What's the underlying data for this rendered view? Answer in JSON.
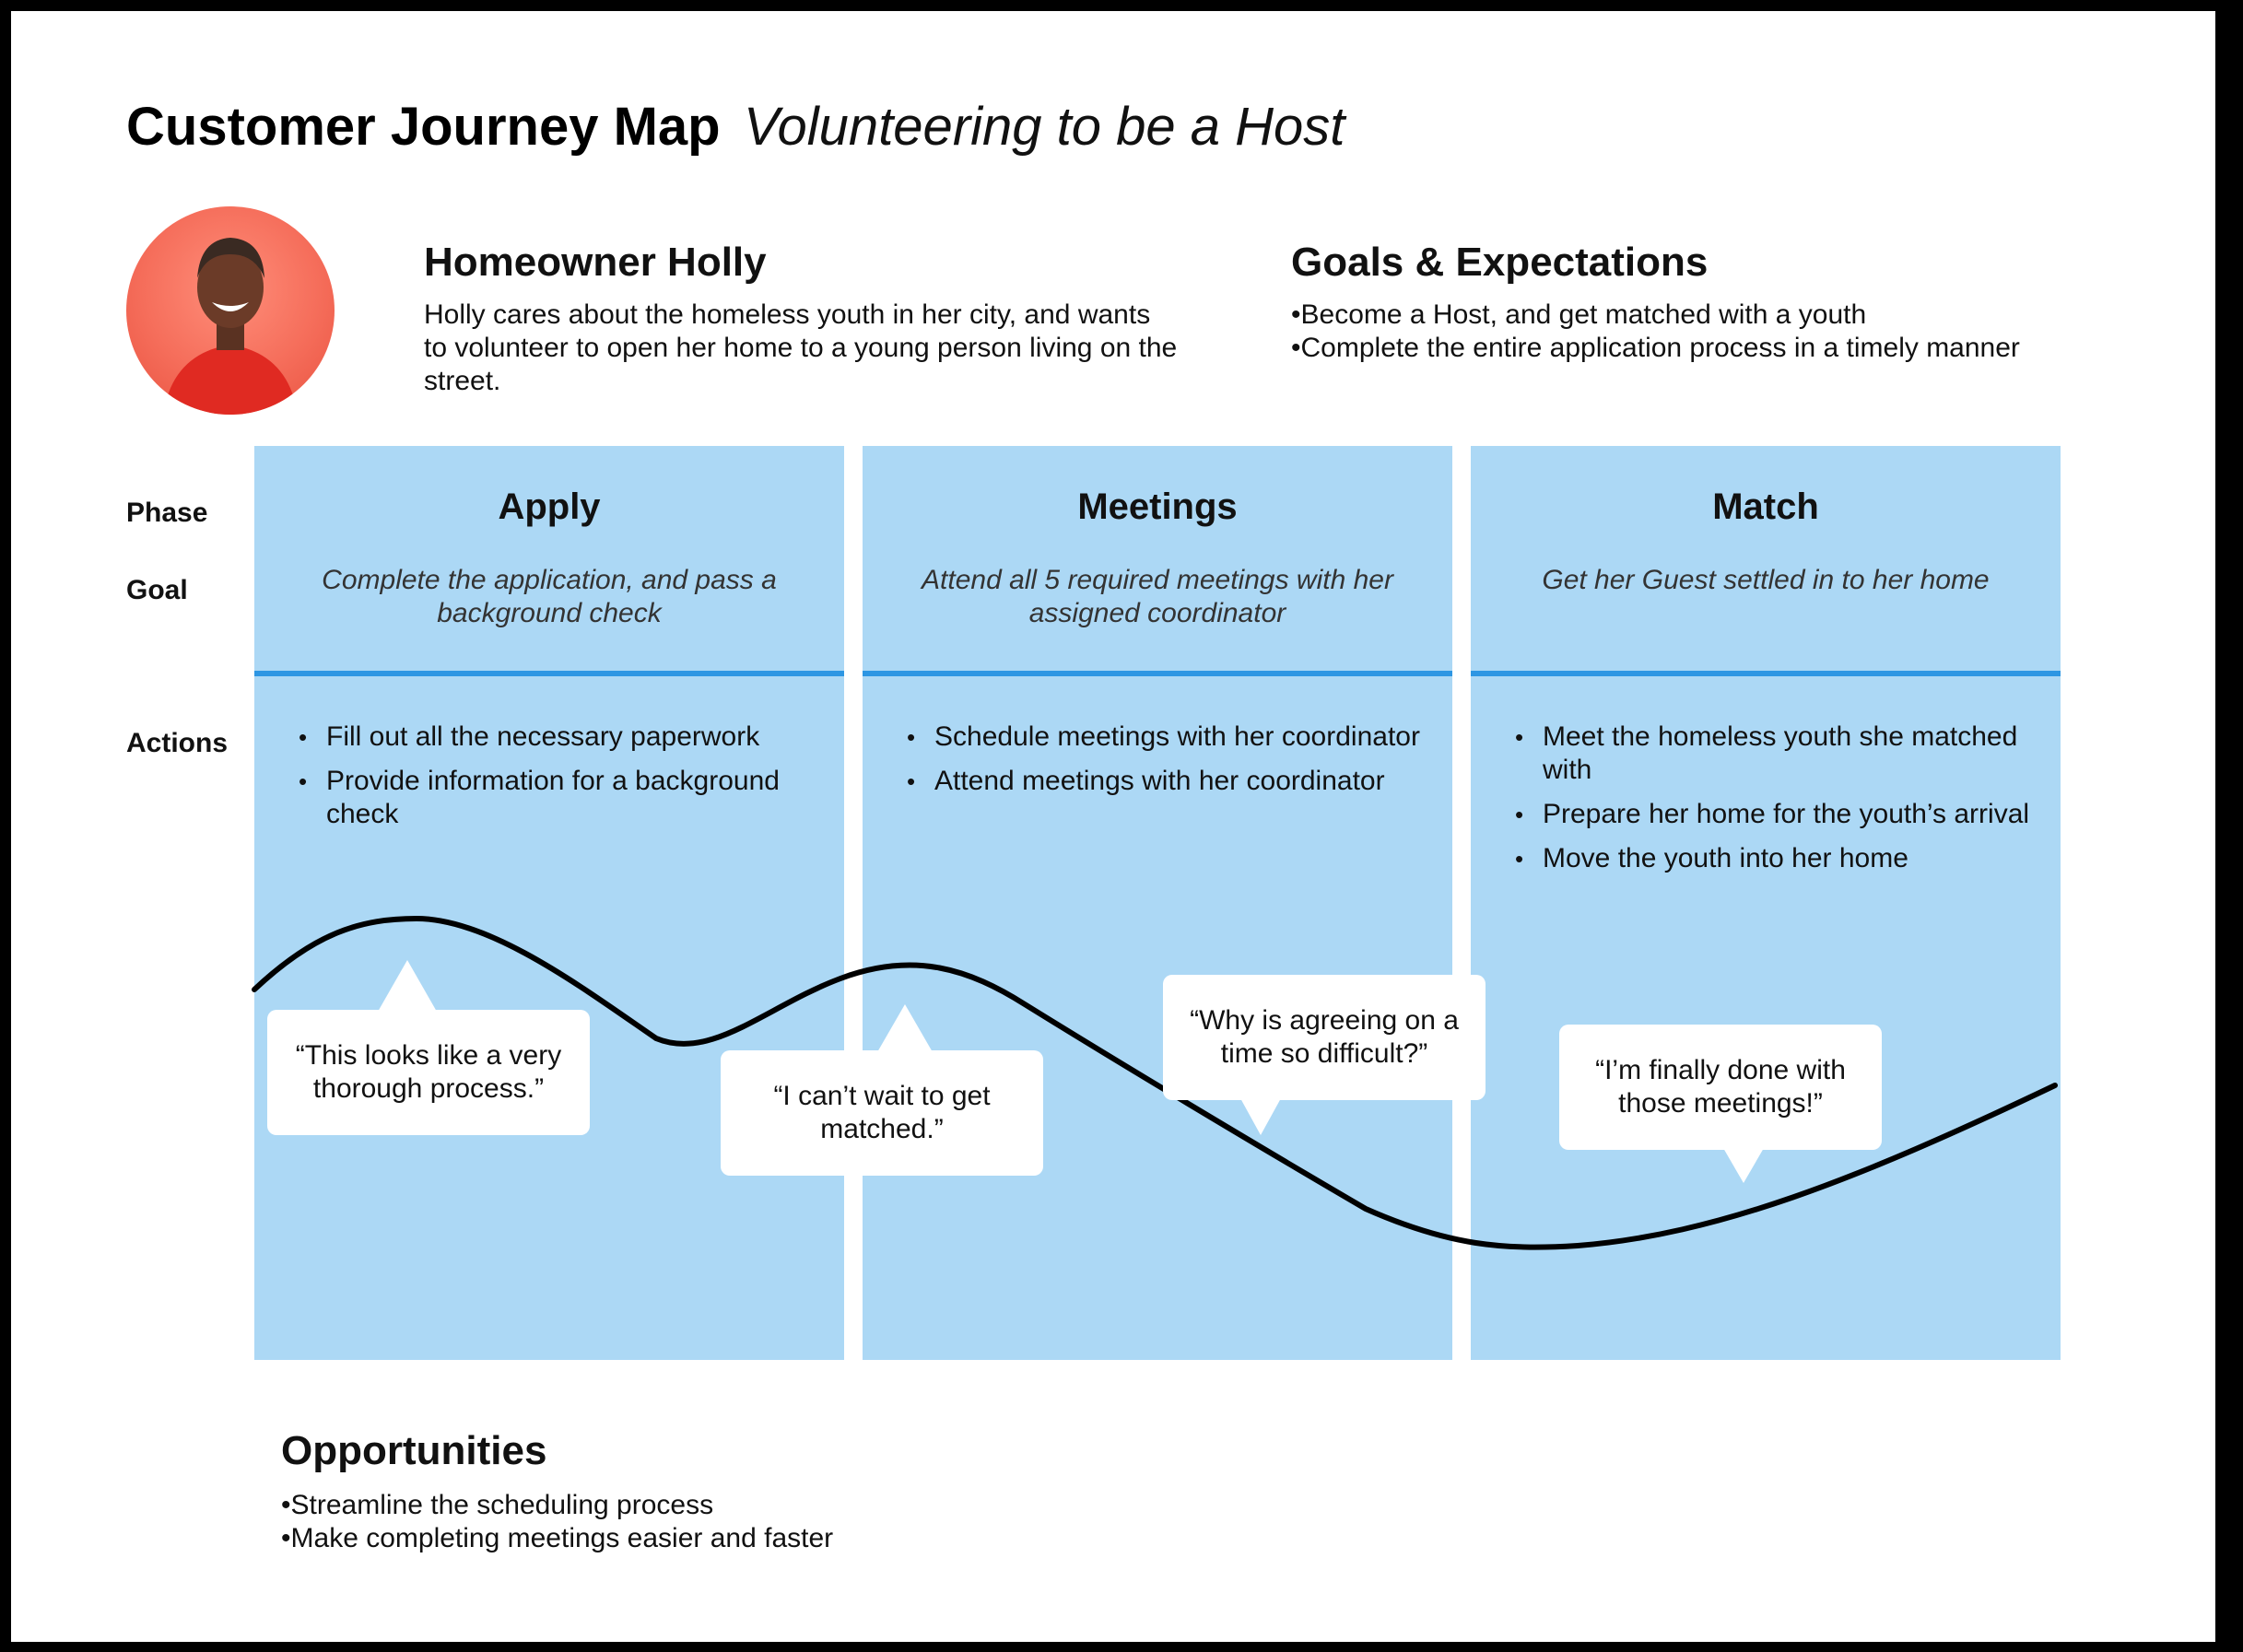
{
  "title": {
    "main": "Customer Journey Map",
    "sub": "Volunteering to be a Host"
  },
  "persona": {
    "name": "Homeowner Holly",
    "description": "Holly cares about the homeless youth in her city, and wants to volunteer to open her home to a young person living on the street."
  },
  "goals": {
    "title": "Goals & Expectations",
    "items": [
      "Become a Host, and get matched with a youth",
      "Complete the entire application process in a timely manner"
    ]
  },
  "row_labels": {
    "phase": "Phase",
    "goal": "Goal",
    "actions": "Actions"
  },
  "phases": [
    {
      "name": "Apply",
      "goal": "Complete the application, and pass a background check",
      "actions": [
        "Fill out all the necessary paperwork",
        "Provide information for a background check"
      ]
    },
    {
      "name": "Meetings",
      "goal": "Attend all 5 required meetings with her assigned coordinator",
      "actions": [
        "Schedule meetings with her coordinator",
        "Attend meetings with her coordinator"
      ]
    },
    {
      "name": "Match",
      "goal": "Get her Guest settled in to her home",
      "actions": [
        "Meet the homeless youth she matched with",
        "Prepare her home for the youth’s arrival",
        "Move the youth into her home"
      ]
    }
  ],
  "quotes": [
    "“This looks like a very thorough process.”",
    "“I can’t wait to get matched.”",
    "“Why is agreeing on a time so difficult?”",
    "“I’m finally done with those meetings!”"
  ],
  "opportunities": {
    "title": "Opportunities",
    "items": [
      "Streamline the scheduling process",
      "Make completing meetings easier and faster"
    ]
  },
  "colors": {
    "phase_bg": "#acd8f5",
    "divider": "#2d96e3",
    "avatar_bg": "#f56d5a"
  }
}
